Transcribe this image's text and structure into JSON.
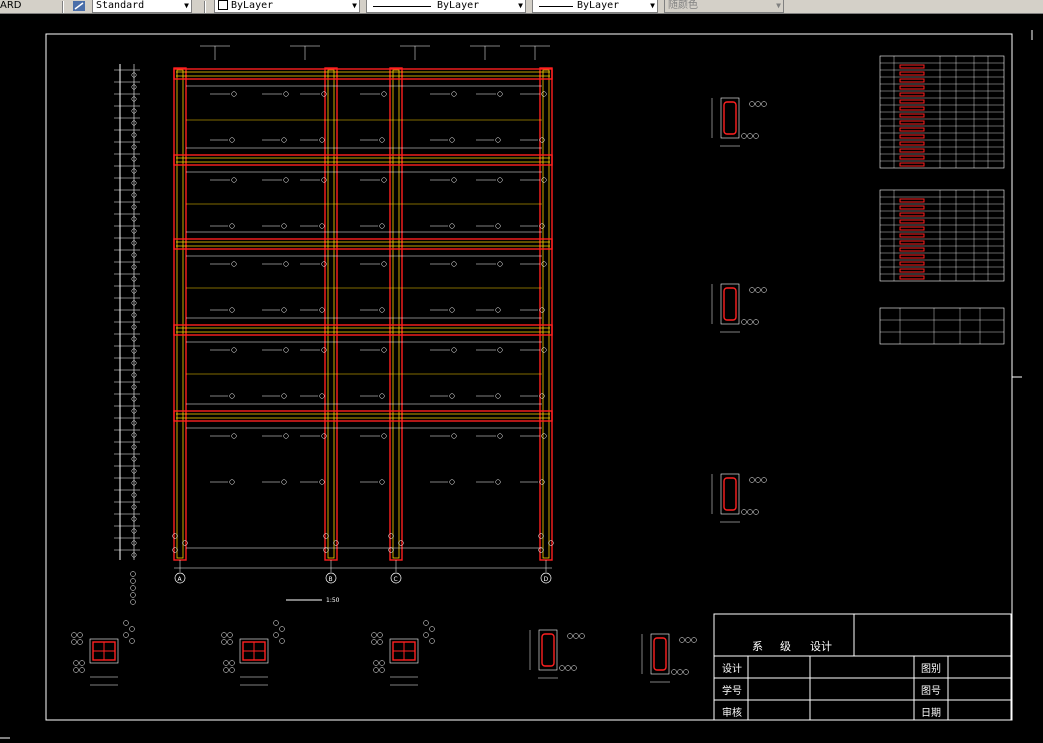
{
  "toolbar": {
    "layer_state": "ARD",
    "text_style_label": "Standard",
    "color_label": "ByLayer",
    "linetype_label": "ByLayer",
    "lineweight_label": "ByLayer",
    "plotstyle_label": "随颜色"
  },
  "drawing": {
    "scale_label": "1:50",
    "axis_labels": [
      "A",
      "B",
      "C",
      "D"
    ]
  },
  "title_block": {
    "header_left": "系",
    "header_mid": "级",
    "header_right": "设计",
    "row1_label": "设计",
    "row2_label": "学号",
    "row3_label": "审核",
    "right1_label": "图别",
    "right2_label": "图号",
    "right3_label": "日期"
  },
  "colors": {
    "beam_red": "#ff2020",
    "beam_yellow": "#ffd400",
    "line_white": "#ffffff",
    "background": "#000000"
  }
}
